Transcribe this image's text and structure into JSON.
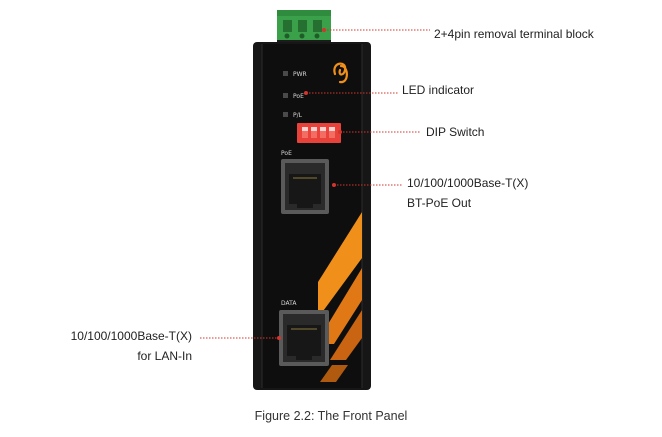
{
  "callouts": {
    "terminal_block": "2+4pin removal terminal block",
    "led_indicator": "LED indicator",
    "dip_switch": "DIP Switch",
    "poe_out_line1": "10/100/1000Base-T(X)",
    "poe_out_line2": "BT-PoE Out",
    "lan_in_line1": "10/100/1000Base-T(X)",
    "lan_in_line2": "for LAN-In"
  },
  "device_labels": {
    "led_pwr": "PWR",
    "led_poe": "PoE",
    "led_fl": "P/L",
    "port_poe": "PoE",
    "port_data": "DATA"
  },
  "caption": "Figure 2.2: The Front Panel",
  "colors": {
    "chassis": "#121212",
    "terminal_green": "#3aa04a",
    "dip_red": "#e8423a",
    "accent_orange": "#f0901a",
    "leader_red": "#d2352d"
  }
}
